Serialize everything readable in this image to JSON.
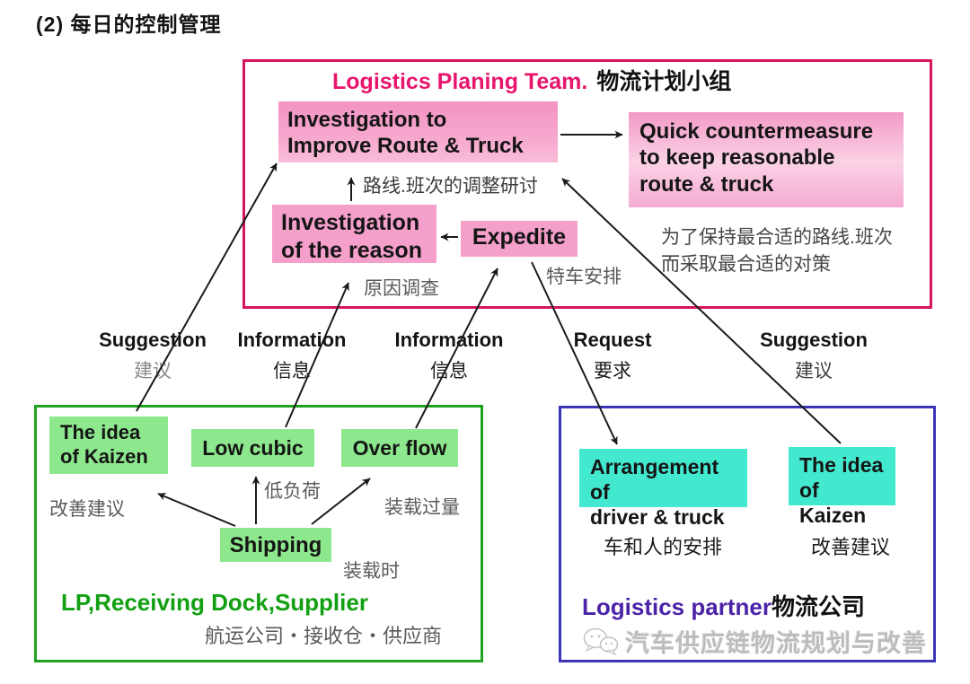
{
  "page_title": "(2) 每日的控制管理",
  "planning_team": {
    "title_en": "Logistics Planing Team.",
    "title_zh": "物流计划小组",
    "boxes": {
      "investigate_improve": "Investigation to\nImprove Route & Truck",
      "quick_countermeasure": "Quick countermeasure\nto keep reasonable\nroute & truck",
      "investigation_reason": "Investigation\nof the reason",
      "expedite": "Expedite"
    },
    "notes": {
      "route_adjust": "路线.班次的调整研讨",
      "reason_survey": "原因调查",
      "special_truck": "特车安排",
      "keep_reasonable": "为了保持最合适的路线.班次\n而采取最合适的对策"
    }
  },
  "flow_labels": [
    {
      "en": "Suggestion",
      "zh": "建议"
    },
    {
      "en": "Information",
      "zh": "信息"
    },
    {
      "en": "Information",
      "zh": "信息"
    },
    {
      "en": "Request",
      "zh": "要求"
    },
    {
      "en": "Suggestion",
      "zh": "建议"
    }
  ],
  "supplier_group": {
    "boxes": {
      "idea_kaizen": "The  idea\nof Kaizen",
      "low_cubic": "Low cubic",
      "over_flow": "Over flow",
      "shipping": "Shipping"
    },
    "notes": {
      "kaizen_suggestion": "改善建议",
      "low_load": "低负荷",
      "overload": "装载过量",
      "loading_time": "装载时"
    },
    "footer_en": "LP,Receiving Dock,Supplier",
    "footer_zh": "航运公司・接收仓・供应商"
  },
  "partner_group": {
    "boxes": {
      "arrangement": "Arrangement of\ndriver & truck",
      "idea_kaizen": "The  idea\nof Kaizen"
    },
    "notes": {
      "arrangement": "车和人的安排",
      "kaizen_suggestion": "改善建议"
    },
    "footer_en": "Logistics partner",
    "footer_zh": "物流公司"
  },
  "watermark": {
    "icon": "wechat-icon",
    "text": "汽车供应链物流规划与改善"
  },
  "colors": {
    "team_border": "#D6155F",
    "team_title": "#E8156C",
    "pink_box": "#F59FCB",
    "supplier_border": "#1FA21F",
    "green_box": "#8DE88D",
    "supplier_text": "#12A012",
    "partner_border": "#3B35B5",
    "cyan_box": "#43E9CF",
    "partner_text": "#4B23A8"
  }
}
